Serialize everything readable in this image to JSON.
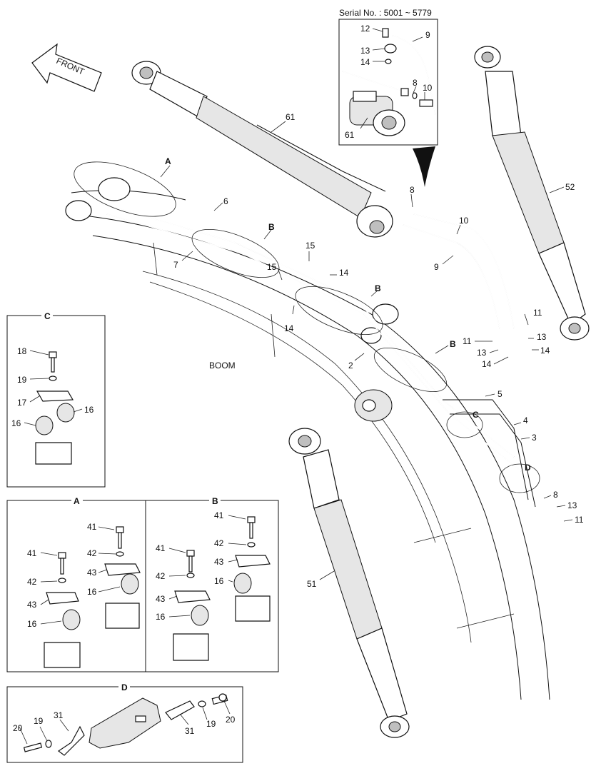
{
  "serial": "Serial No. : 5001 ~ 5779",
  "front": "FRONT",
  "boom": "BOOM",
  "callouts": {
    "c61a": "61",
    "c61b": "61",
    "c12": "12",
    "c9a": "9",
    "c13a": "13",
    "c14a": "14",
    "c8a": "8",
    "c10a": "10",
    "c52": "52",
    "c6": "6",
    "c7": "7",
    "cA": "A",
    "cB1": "B",
    "cB2": "B",
    "cB3": "B",
    "c15a": "15",
    "c15b": "15",
    "c14b": "14",
    "c14c": "14",
    "c8b": "8",
    "c10b": "10",
    "c9b": "9",
    "c11a": "11",
    "c11b": "11",
    "c13b": "13",
    "c13c": "13",
    "c14d": "14",
    "c14e": "14",
    "c2": "2",
    "c5": "5",
    "cC": "C",
    "c4": "4",
    "c3": "3",
    "cD": "D",
    "c8c": "8",
    "c13d": "13",
    "c11c": "11",
    "c51": "51"
  },
  "detail_c": {
    "title": "C",
    "l18": "18",
    "l19": "19",
    "l17": "17",
    "l16a": "16",
    "l16b": "16"
  },
  "detail_a": {
    "title": "A",
    "l41a": "41",
    "l42a": "42",
    "l43a": "43",
    "l16a": "16",
    "l41b": "41",
    "l42b": "42",
    "l43b": "43",
    "l16b": "16"
  },
  "detail_b": {
    "title": "B",
    "l41a": "41",
    "l42a": "42",
    "l43a": "43",
    "l16a": "16",
    "l41b": "41",
    "l42b": "42",
    "l43b": "43",
    "l16b": "16"
  },
  "detail_d": {
    "title": "D",
    "l20a": "20",
    "l19a": "19",
    "l31a": "31",
    "l31b": "31",
    "l19b": "19",
    "l20b": "20"
  }
}
